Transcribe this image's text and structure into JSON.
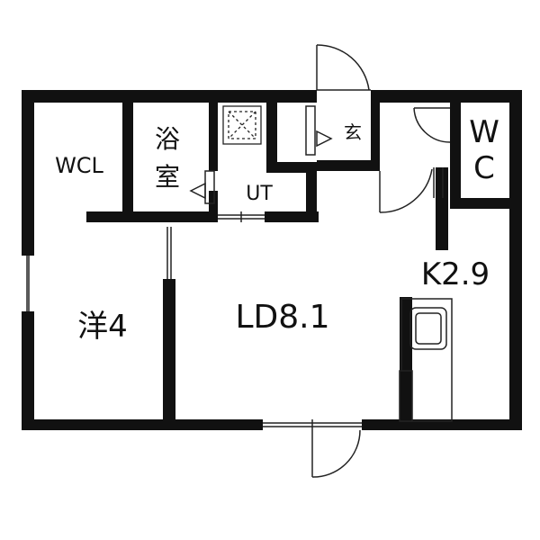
{
  "colors": {
    "wall": "#111111",
    "fill_gray": "#e6e6e6",
    "background": "#ffffff",
    "line": "#222222"
  },
  "rooms": {
    "wcl": "WCL",
    "bath_line1": "浴",
    "bath_line2": "室",
    "ut": "UT",
    "entrance": "玄",
    "wc_line1": "W",
    "wc_line2": "C",
    "kitchen": "K2.9",
    "living": "LD8.1",
    "western": "洋4"
  },
  "icons": [
    "door-swing-icon",
    "window-icon",
    "washer-space-icon",
    "kitchen-sink-icon",
    "step-arrow-icon"
  ]
}
